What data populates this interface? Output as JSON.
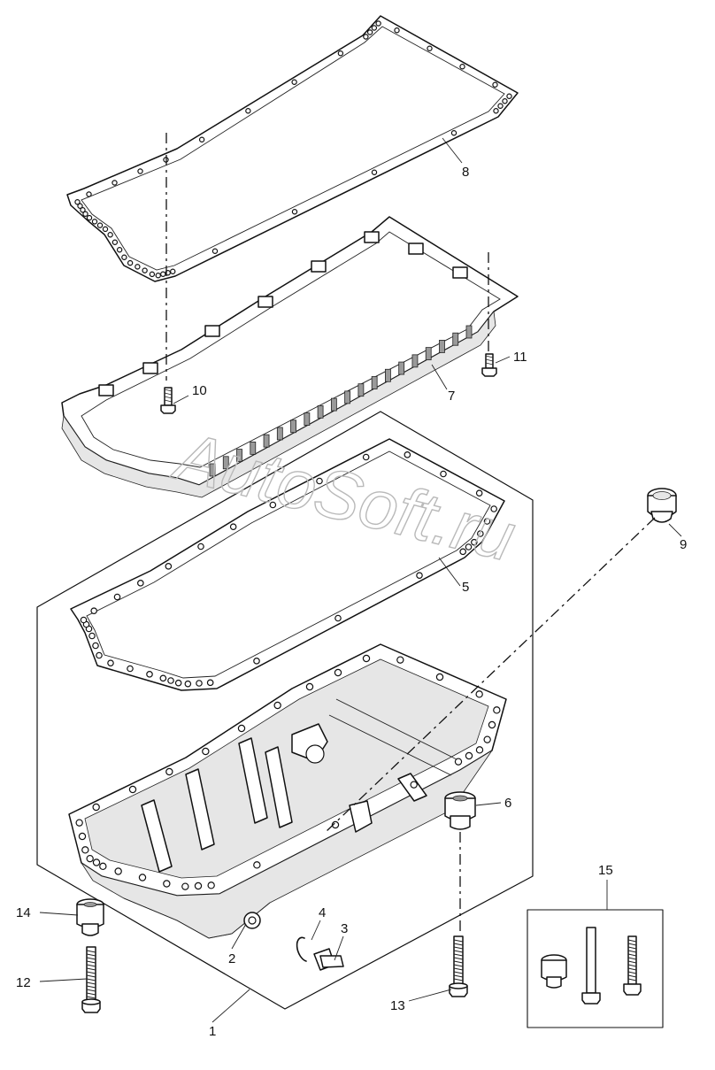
{
  "watermark": "AutoSoft.ru",
  "callouts": [
    {
      "id": "c1",
      "label": "1"
    },
    {
      "id": "c2",
      "label": "2"
    },
    {
      "id": "c3",
      "label": "3"
    },
    {
      "id": "c4",
      "label": "4"
    },
    {
      "id": "c5",
      "label": "5"
    },
    {
      "id": "c6",
      "label": "6"
    },
    {
      "id": "c7",
      "label": "7"
    },
    {
      "id": "c8",
      "label": "8"
    },
    {
      "id": "c9",
      "label": "9"
    },
    {
      "id": "c10",
      "label": "10"
    },
    {
      "id": "c11",
      "label": "11"
    },
    {
      "id": "c12",
      "label": "12"
    },
    {
      "id": "c13",
      "label": "13"
    },
    {
      "id": "c14",
      "label": "14"
    },
    {
      "id": "c15",
      "label": "15"
    }
  ]
}
